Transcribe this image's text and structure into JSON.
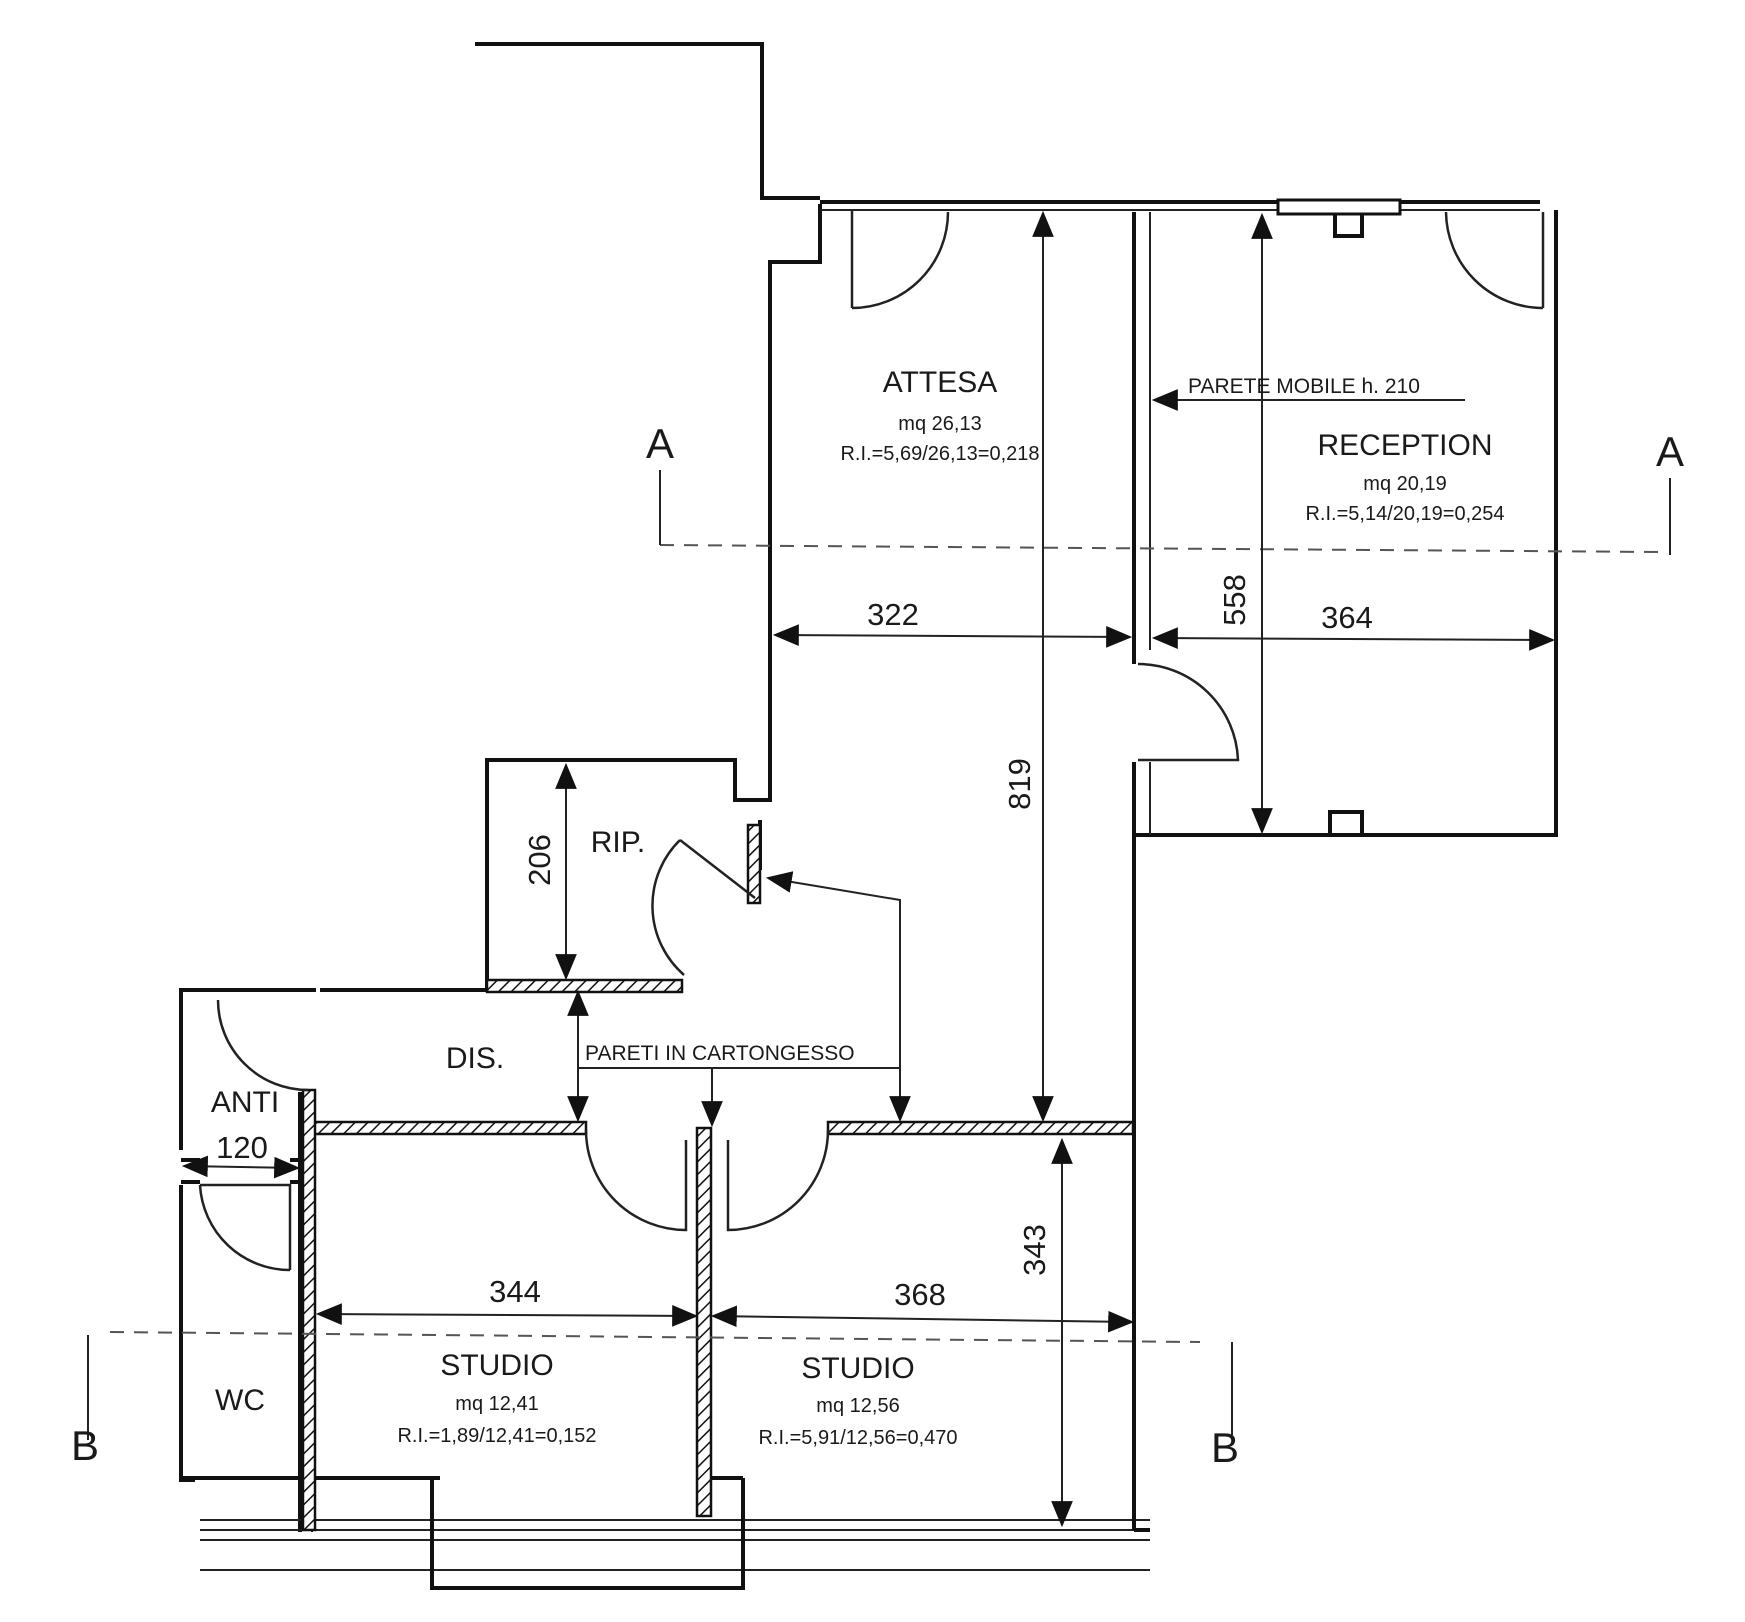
{
  "rooms": {
    "attesa": {
      "name": "ATTESA",
      "area": "mq 26,13",
      "ri": "R.I.=5,69/26,13=0,218"
    },
    "reception": {
      "name": "RECEPTION",
      "area": "mq 20,19",
      "ri": "R.I.=5,14/20,19=0,254"
    },
    "studio_left": {
      "name": "STUDIO",
      "area": "mq 12,41",
      "ri": "R.I.=1,89/12,41=0,152"
    },
    "studio_right": {
      "name": "STUDIO",
      "area": "mq 12,56",
      "ri": "R.I.=5,91/12,56=0,470"
    },
    "rip": "RIP.",
    "dis": "DIS.",
    "anti": "ANTI",
    "wc": "WC"
  },
  "notes": {
    "parete_mobile": "PARETE MOBILE h. 210",
    "pareti_cartongesso": "PARETI IN CARTONGESSO"
  },
  "dimensions": {
    "attesa_width": "322",
    "reception_width": "364",
    "reception_depth": "558",
    "total_depth": "819",
    "rip_depth": "206",
    "anti_width": "120",
    "studio_left_width": "344",
    "studio_right_width": "368",
    "studio_right_depth": "343"
  },
  "sections": {
    "a_left": "A",
    "a_right": "A",
    "b_left": "B",
    "b_right": "B"
  }
}
